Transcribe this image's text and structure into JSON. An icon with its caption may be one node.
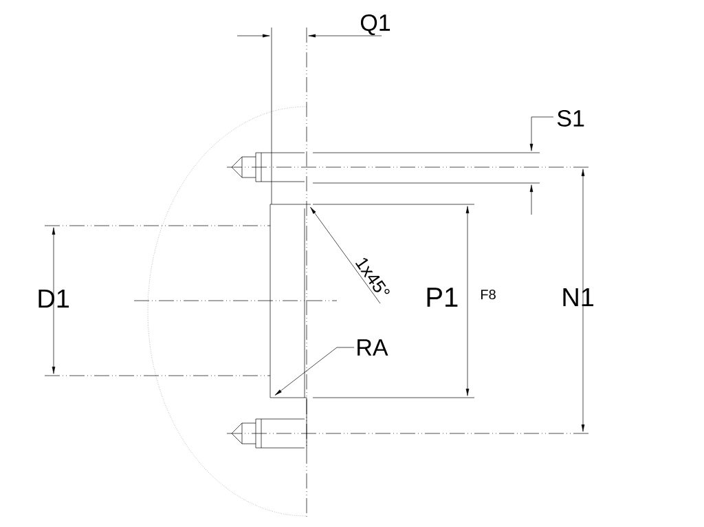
{
  "diagram": {
    "nodes": [
      {
        "text": [
          "1x45°"
        ]
      },
      {
        "text": [
          "RA"
        ]
      }
    ],
    "edges": [
      {
        "from": 0,
        "to": null,
        "arrow": "to"
      },
      {
        "from": 1,
        "to": null,
        "arrow": "to"
      }
    ],
    "labels": [
      "Q1",
      "S1",
      "D1",
      "P1",
      "F8",
      "N1"
    ]
  }
}
